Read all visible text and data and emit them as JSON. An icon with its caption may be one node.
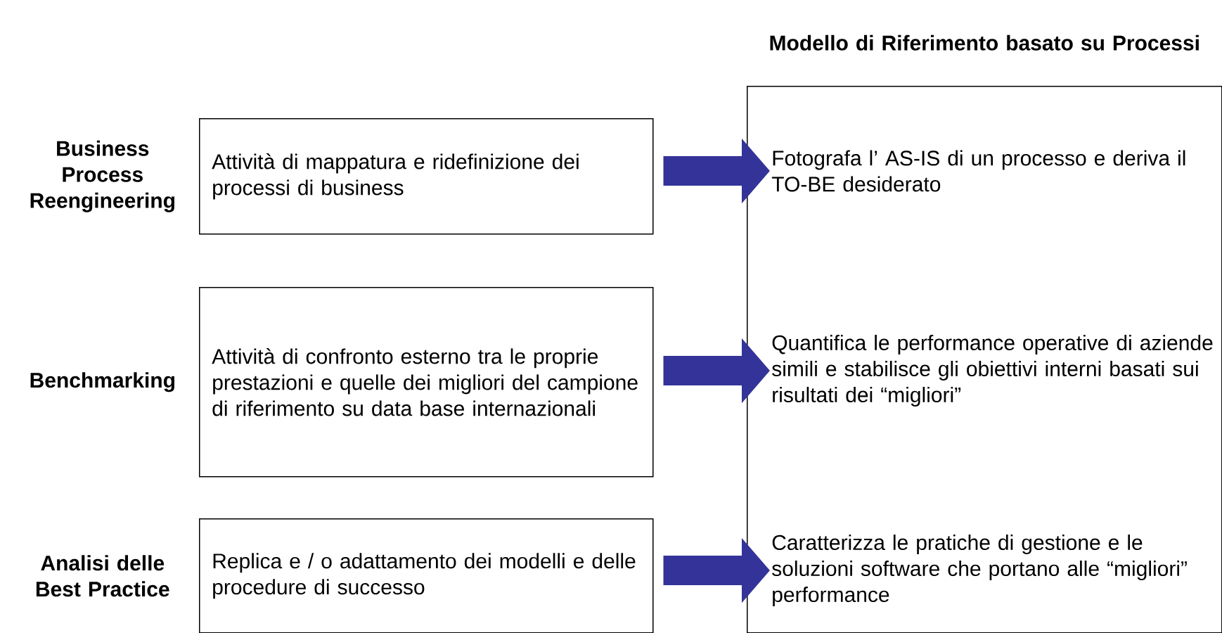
{
  "diagram": {
    "nodes": [
      {
        "text": [
          "Attività di mappatura e ridefinizione dei processi di business"
        ],
        "beside": [
          "Business Process Reengineering"
        ]
      },
      {
        "text": [
          "Attività di confronto esterno tra le proprie prestazioni e quelle dei migliori del campione di riferimento su data base internazionali"
        ],
        "beside": [
          "Benchmarking"
        ]
      },
      {
        "text": [
          "Replica e / o adattamento dei modelli e delle procedure di successo"
        ],
        "beside": [
          "Analisi delle Best Practice"
        ]
      },
      {
        "text": [
          "Modello di Riferimento basato su Processi"
        ]
      },
      {
        "text": [
          "Fotografa l’ AS-IS di un processo e deriva il TO-BE desiderato"
        ],
        "in": 3
      },
      {
        "text": [
          "Quantifica le performance operative di aziende simili e stabilisce gli obiettivi interni basati sui risultati dei “migliori”"
        ],
        "in": 3
      },
      {
        "text": [
          "Caratterizza le pratiche di gestione  e le soluzioni software che portano alle “migliori” performance"
        ],
        "in": 3
      }
    ],
    "edges": [
      {
        "from": 0,
        "to": 4,
        "arrow": "to"
      },
      {
        "from": 1,
        "to": 5,
        "arrow": "to"
      },
      {
        "from": 2,
        "to": 6,
        "arrow": "to"
      }
    ]
  }
}
